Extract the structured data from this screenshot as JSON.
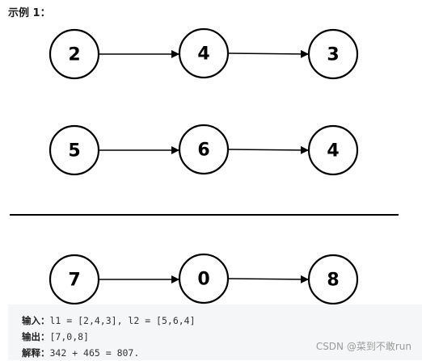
{
  "title": "示例 1：",
  "diagram": {
    "rows": [
      {
        "values": [
          "2",
          "4",
          "3"
        ]
      },
      {
        "values": [
          "5",
          "6",
          "4"
        ]
      },
      {
        "values": [
          "7",
          "0",
          "8"
        ]
      }
    ]
  },
  "example": {
    "input_label": "输入：",
    "input_value": "l1 = [2,4,3], l2 = [5,6,4]",
    "output_label": "输出：",
    "output_value": "[7,0,8]",
    "explain_label": "解释：",
    "explain_value": "342 + 465 = 807."
  },
  "watermark": "CSDN @菜到不敢run"
}
